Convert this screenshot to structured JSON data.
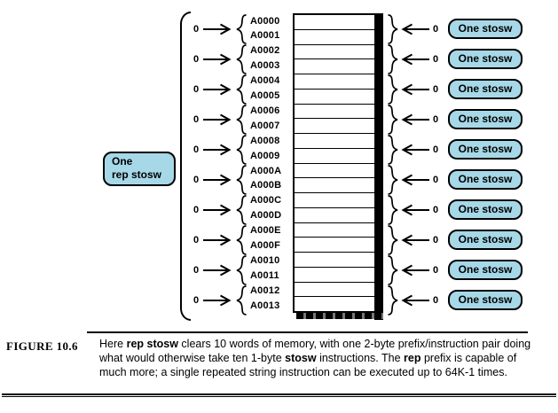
{
  "colors": {
    "box_fill": "#A6D8E8",
    "line": "#000000"
  },
  "diagram": {
    "rep_box": {
      "line1": "One",
      "line2": "rep stosw"
    },
    "addresses": [
      "A0000",
      "A0001",
      "A0002",
      "A0003",
      "A0004",
      "A0005",
      "A0006",
      "A0007",
      "A0008",
      "A0009",
      "A000A",
      "A000B",
      "A000C",
      "A000D",
      "A000E",
      "A000F",
      "A0010",
      "A0011",
      "A0012",
      "A0013"
    ],
    "words": [
      {
        "left_value": "0",
        "right_value": "0",
        "right_box_label": "One stosw"
      },
      {
        "left_value": "0",
        "right_value": "0",
        "right_box_label": "One stosw"
      },
      {
        "left_value": "0",
        "right_value": "0",
        "right_box_label": "One stosw"
      },
      {
        "left_value": "0",
        "right_value": "0",
        "right_box_label": "One stosw"
      },
      {
        "left_value": "0",
        "right_value": "0",
        "right_box_label": "One stosw"
      },
      {
        "left_value": "0",
        "right_value": "0",
        "right_box_label": "One stosw"
      },
      {
        "left_value": "0",
        "right_value": "0",
        "right_box_label": "One stosw"
      },
      {
        "left_value": "0",
        "right_value": "0",
        "right_box_label": "One stosw"
      },
      {
        "left_value": "0",
        "right_value": "0",
        "right_box_label": "One stosw"
      },
      {
        "left_value": "0",
        "right_value": "0",
        "right_box_label": "One stosw"
      }
    ]
  },
  "caption": {
    "figure_label": "FIGURE 10.6",
    "segments": [
      {
        "text": "Here ",
        "bold": false
      },
      {
        "text": "rep stosw",
        "bold": true
      },
      {
        "text": " clears 10 words of memory, with one 2-byte prefix/instruction pair doing what would otherwise take ten 1-byte ",
        "bold": false
      },
      {
        "text": "stosw",
        "bold": true
      },
      {
        "text": " instructions. The ",
        "bold": false
      },
      {
        "text": "rep",
        "bold": true
      },
      {
        "text": " prefix is capable of much more; a single repeated string instruction can be executed up to 64K-1 times.",
        "bold": false
      }
    ]
  }
}
